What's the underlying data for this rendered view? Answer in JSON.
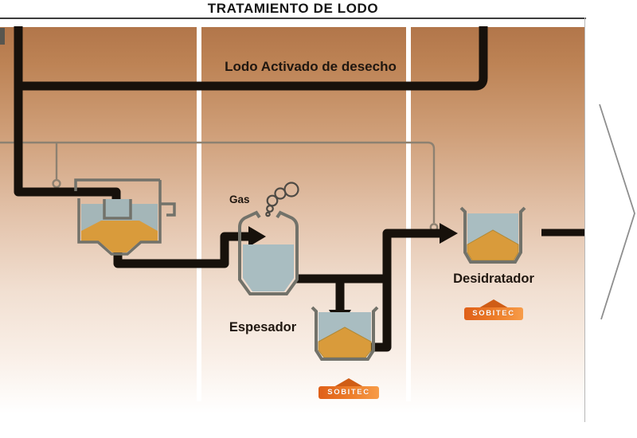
{
  "title": "TRATAMIENTO DE LODO",
  "labels": {
    "waste_activated_sludge": "Lodo Activado de desecho",
    "gas": "Gas",
    "thickener": "Espesador",
    "dehydrator": "Desidratador"
  },
  "brand": {
    "name": "SOBITEC"
  },
  "icons": {
    "gas_bubbles": "gas-bubbles-icon",
    "flow_direction": "chevron-right-icon",
    "flow_arrows": "arrowhead-icon"
  },
  "colors": {
    "background_brown_top": "#b2764a",
    "background_fade": "#ffffff",
    "pipe_black": "#17110b",
    "thin_return_line_gray": "#8d8171",
    "tank_wall_gray": "#72726a",
    "water_gray_blue": "#a7bac0",
    "sludge_orange": "#d99b3b",
    "divider_white": "#ffffff",
    "brand_orange": "#ee7f2b",
    "chevron_gray": "#8e8e8e"
  }
}
